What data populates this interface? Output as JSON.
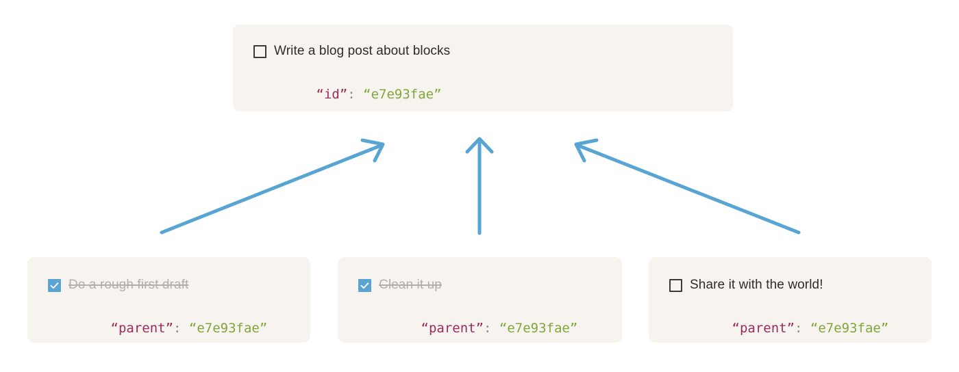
{
  "diagram": {
    "title_semantic": "block-parent-child-relationship-diagram",
    "colors": {
      "card_background": "#f7f4ef",
      "arrow": "#58a5d4",
      "checkbox_checked": "#58a5d4",
      "checkbox_border": "#3c3a36",
      "text_primary": "#2e2c29",
      "text_completed": "#b3afa9",
      "json_key": "#9c2a5c",
      "json_value": "#7fa63b",
      "json_punctuation": "#8a8780",
      "page_background": "#ffffff"
    }
  },
  "root_card": {
    "checkbox_state": "unchecked",
    "task_label": "Write a blog post about blocks",
    "json": {
      "key": "“id”",
      "colon": ": ",
      "value": "“e7e93fae”"
    }
  },
  "child_cards": [
    {
      "checkbox_state": "checked",
      "task_label": "Do a rough first draft",
      "completed": true,
      "json": {
        "key": "“parent”",
        "colon": ": ",
        "value": "“e7e93fae”"
      }
    },
    {
      "checkbox_state": "checked",
      "task_label": "Clean it up",
      "completed": true,
      "json": {
        "key": "“parent”",
        "colon": ": ",
        "value": "“e7e93fae”"
      }
    },
    {
      "checkbox_state": "unchecked",
      "task_label": "Share it with the world!",
      "completed": false,
      "json": {
        "key": "“parent”",
        "colon": ": ",
        "value": "“e7e93fae”"
      }
    }
  ],
  "arrows": [
    {
      "name": "arrow-child-0-to-root",
      "from": "child_cards.0",
      "to": "root_card",
      "direction": "up-right"
    },
    {
      "name": "arrow-child-1-to-root",
      "from": "child_cards.1",
      "to": "root_card",
      "direction": "up"
    },
    {
      "name": "arrow-child-2-to-root",
      "from": "child_cards.2",
      "to": "root_card",
      "direction": "up-left"
    }
  ]
}
